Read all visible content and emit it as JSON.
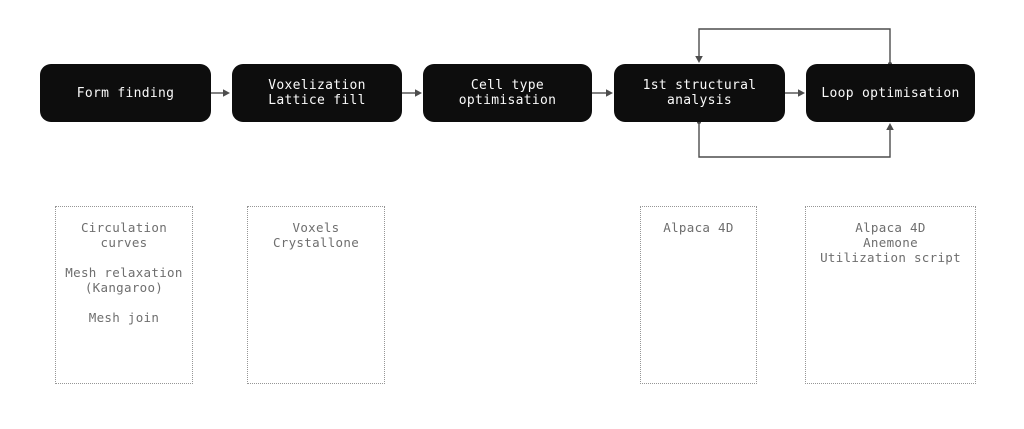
{
  "diagram": {
    "type": "flowchart",
    "flow_nodes": [
      {
        "id": "form-finding",
        "label": "Form finding"
      },
      {
        "id": "voxelization",
        "label": "Voxelization\nLattice fill"
      },
      {
        "id": "cell-type",
        "label": "Cell type\noptimisation"
      },
      {
        "id": "structural-analysis",
        "label": "1st structural\nanalysis"
      },
      {
        "id": "loop-optimisation",
        "label": "Loop optimisation"
      }
    ],
    "connections": [
      "Form finding -> Voxelization Lattice fill",
      "Voxelization Lattice fill -> Cell type optimisation",
      "Cell type optimisation -> 1st structural analysis",
      "1st structural analysis -> Loop optimisation",
      "1st structural analysis -> Loop optimisation (bottom loop)",
      "Loop optimisation -> 1st structural analysis (top loop)"
    ],
    "tool_boxes": [
      {
        "id": "form-finding-tools",
        "label": "Circulation\ncurves\n\nMesh relaxation\n(Kangaroo)\n\nMesh join"
      },
      {
        "id": "voxelization-tools",
        "label": "Voxels\nCrystallone"
      },
      {
        "id": "structural-analysis-tools",
        "label": "Alpaca 4D"
      },
      {
        "id": "loop-optimisation-tools",
        "label": "Alpaca 4D\nAnemone\nUtilization script"
      }
    ],
    "colors": {
      "node_background": "#0d0d0d",
      "node_text": "#fafafa",
      "connector": "#4d4d4d",
      "tool_border": "#969696",
      "tool_text": "#6e6e6e",
      "canvas_background": "#ffffff"
    }
  }
}
